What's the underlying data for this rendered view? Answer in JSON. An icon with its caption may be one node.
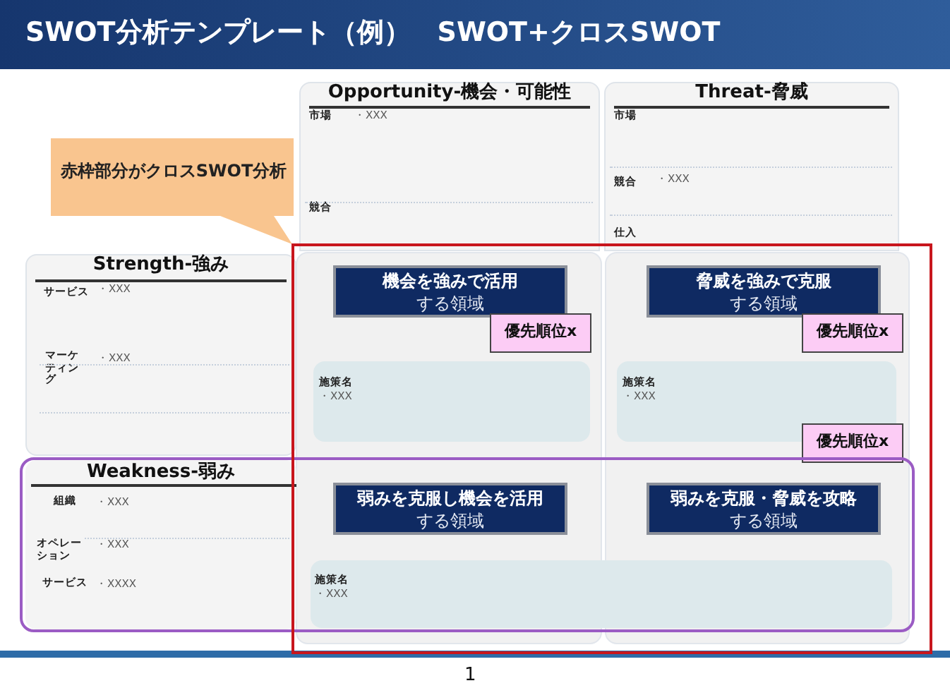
{
  "diagram": {
    "title": "SWOT分析テンプレート（例）　SWOT+クロスSWOT",
    "nodes": [
      {
        "text": [
          "赤枠部分がクロスSWOT分析"
        ]
      },
      {
        "text": [
          "Opportunity-機会・可能性",
          "市場",
          "・XXX",
          "競合"
        ]
      },
      {
        "text": [
          "Threat-脅威",
          "市場",
          "競合",
          "・XXX",
          "仕入"
        ]
      },
      {
        "text": [
          "Strength-強み",
          "サービス",
          "・XXX",
          "マーケティング",
          "・XXX"
        ]
      },
      {
        "text": [
          "**機会を強みで活用**する領域"
        ]
      },
      {
        "text": [
          "優先順位x"
        ]
      },
      {
        "text": [
          "**脅威を強みで克服**する領域"
        ]
      },
      {
        "text": [
          "優先順位x"
        ]
      },
      {
        "text": [
          "施策名",
          "・XXX"
        ]
      },
      {
        "text": [
          "施策名",
          "・XXX"
        ]
      },
      {
        "text": [
          "優先順位x"
        ]
      },
      {
        "text": [
          "Weakness-弱み",
          "組織",
          "・XXX",
          "オペレーション",
          "・XXX",
          "サービス",
          "・XXXX"
        ]
      },
      {
        "text": [
          "**弱みを克服し機会を活用**する領域"
        ],
        "in": 11
      },
      {
        "text": [
          "**弱みを克服・脅威を攻略**する領域"
        ],
        "in": 11
      },
      {
        "text": [
          "施策名",
          "・XXX"
        ],
        "in": 11
      }
    ],
    "labels": [
      "1"
    ]
  }
}
